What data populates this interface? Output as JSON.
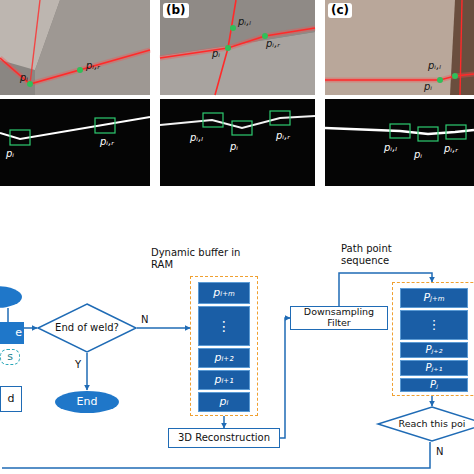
{
  "diagram": {
    "nodes": [
      {
        "text": [
          "e"
        ]
      },
      {
        "text": [
          "s"
        ]
      },
      {
        "text": [
          "d"
        ]
      },
      {
        "text": [
          "End of weld?"
        ]
      },
      {
        "text": [
          "End"
        ]
      },
      {
        "text": [
          "Dynamic buffer in RAM"
        ]
      },
      {
        "text": [
          "pᵢ₊ₘ"
        ],
        "in": 5
      },
      {
        "text": [
          "⋮"
        ],
        "in": 5
      },
      {
        "text": [
          "pᵢ₊₂"
        ],
        "in": 5
      },
      {
        "text": [
          "pᵢ₊₁"
        ],
        "in": 5
      },
      {
        "text": [
          "pᵢ"
        ],
        "in": 5
      },
      {
        "text": [
          "3D Reconstruction"
        ]
      },
      {
        "text": [
          "Downsampling Filter"
        ]
      },
      {
        "text": [
          "Path point sequence"
        ]
      },
      {
        "text": [
          "Pⱼ₊ₘ"
        ],
        "in": 13
      },
      {
        "text": [
          "⋮"
        ],
        "in": 13
      },
      {
        "text": [
          "Pⱼ₊₂"
        ],
        "in": 13
      },
      {
        "text": [
          "Pⱼ₊₁"
        ],
        "in": 13
      },
      {
        "text": [
          "Pⱼ"
        ],
        "in": 13
      },
      {
        "text": [
          "Reach this poi"
        ]
      }
    ],
    "edges": [
      {
        "from": 0,
        "to": 3,
        "arrow": "to"
      },
      {
        "from": 3,
        "to": 4,
        "label": "Y",
        "arrow": "to"
      },
      {
        "from": 3,
        "to": 5,
        "label": "N",
        "arrow": "to"
      },
      {
        "from": 5,
        "to": 11,
        "arrow": "to"
      },
      {
        "from": 11,
        "to": 12,
        "arrow": "to"
      },
      {
        "from": 12,
        "to": 13,
        "arrow": "to"
      },
      {
        "from": 13,
        "to": 19,
        "arrow": "to"
      }
    ],
    "labels": [
      "(b)",
      "(c)",
      "pᵢ",
      "pᵢ,ᵣ",
      "pᵢ,ₗ",
      "pᵢ",
      "pᵢ,ᵣ",
      "pᵢ,ₗ",
      "pᵢ",
      "pᵢ",
      "pᵢ,ᵣ",
      "pᵢ,ₗ",
      "pᵢ",
      "pᵢ,ᵣ",
      "pᵢ,ₗ",
      "pᵢ",
      "pᵢ,ᵣ",
      "N"
    ]
  }
}
